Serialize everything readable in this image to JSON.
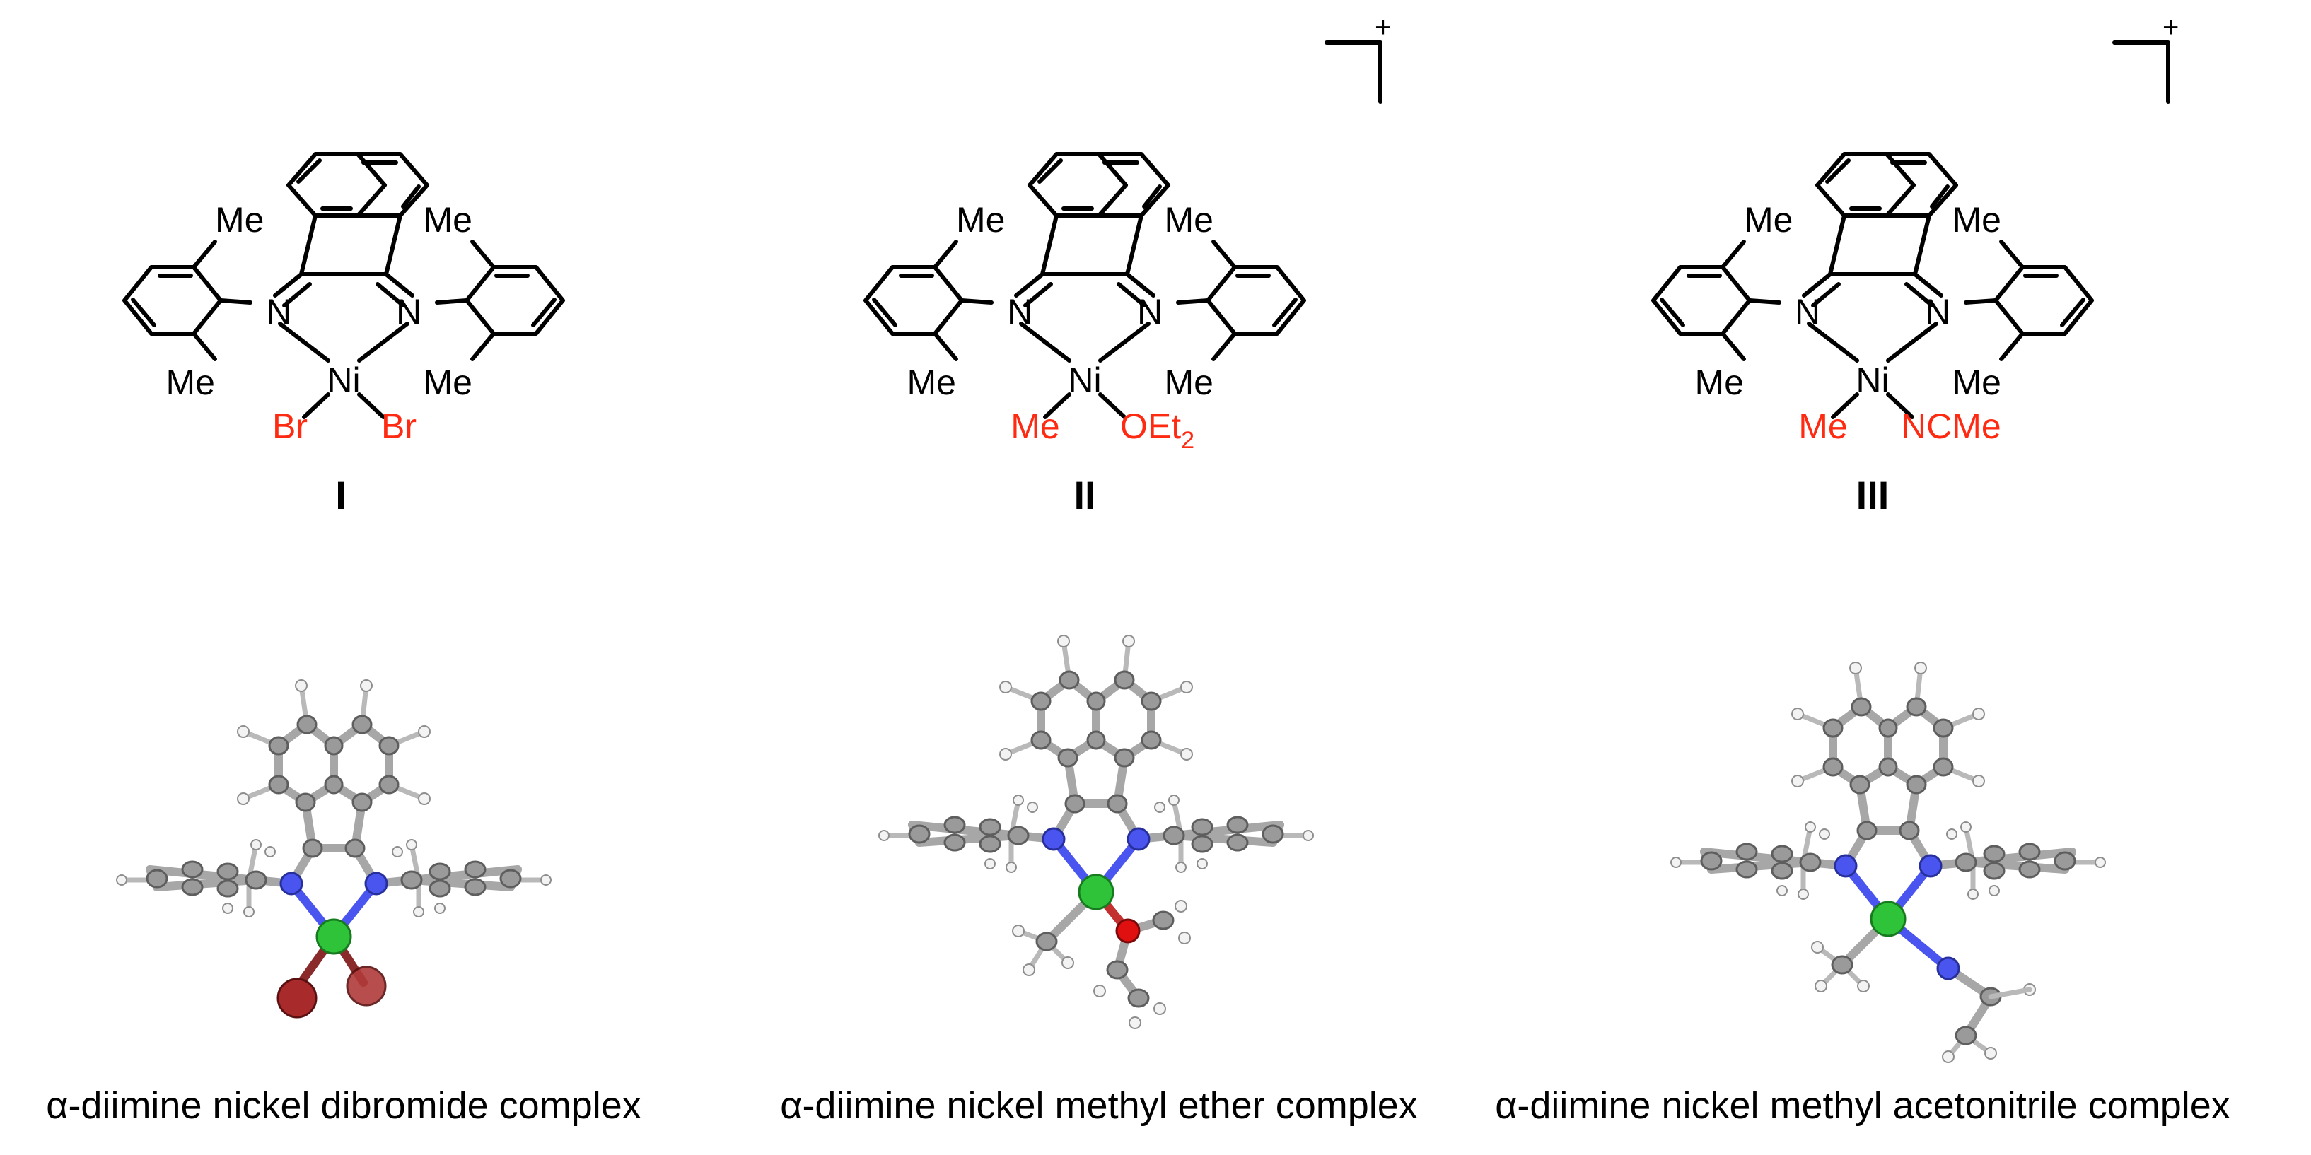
{
  "panels": [
    {
      "id": "I",
      "label": "I",
      "caption": "α-diimine nickel dibromide complex",
      "charge": "",
      "metal": "Ni",
      "donor_atoms": [
        "N",
        "N"
      ],
      "aryl_substituents": [
        "Me",
        "Me",
        "Me",
        "Me"
      ],
      "ligands": [
        "Br",
        "Br"
      ]
    },
    {
      "id": "II",
      "label": "II",
      "caption": "α-diimine nickel methyl ether complex",
      "charge": "+",
      "metal": "Ni",
      "donor_atoms": [
        "N",
        "N"
      ],
      "aryl_substituents": [
        "Me",
        "Me",
        "Me",
        "Me"
      ],
      "ligands": [
        "Me",
        "OEt",
        "2"
      ]
    },
    {
      "id": "III",
      "label": "III",
      "caption": "α-diimine nickel methyl acetonitrile complex",
      "charge": "+",
      "metal": "Ni",
      "donor_atoms": [
        "N",
        "N"
      ],
      "aryl_substituents": [
        "Me",
        "Me",
        "Me",
        "Me"
      ],
      "ligands": [
        "Me",
        "NCMe"
      ]
    }
  ],
  "colors": {
    "ligand_text": "#ff2a12",
    "carbon": "#9a9a9a",
    "hydrogen": "#f3f3f3",
    "nitrogen": "#4a55f0",
    "nickel": "#2fc33a",
    "bromine": "#a82a2a",
    "oxygen": "#e01010"
  }
}
